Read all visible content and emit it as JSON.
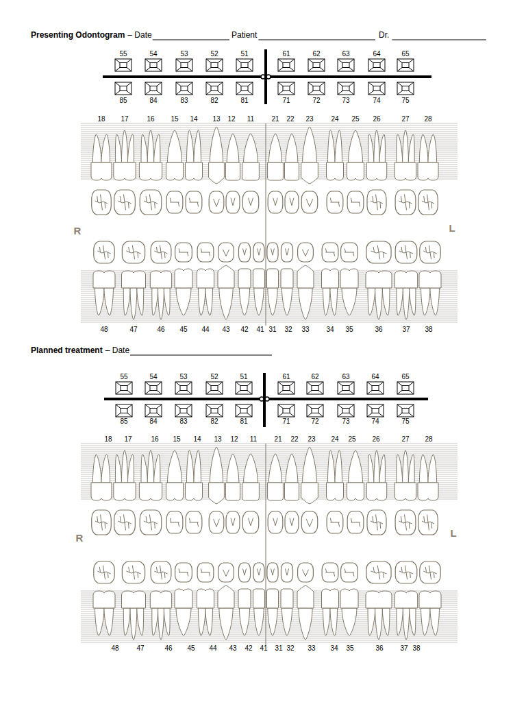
{
  "diagram": {
    "title": "Presenting Odontogram",
    "labels": [
      "– Date",
      "Patient",
      "Dr.",
      "55",
      "54",
      "53",
      "52",
      "51",
      "61",
      "62",
      "63",
      "64",
      "65",
      "85",
      "84",
      "83",
      "82",
      "81",
      "71",
      "72",
      "73",
      "74",
      "75",
      "18",
      "17",
      "16",
      "15",
      "14",
      "13",
      "12",
      "11",
      "21",
      "22",
      "23",
      "24",
      "25",
      "26",
      "27",
      "28",
      "R",
      "L",
      "48",
      "47",
      "46",
      "45",
      "44",
      "43",
      "42",
      "41",
      "31",
      "32",
      "33",
      "34",
      "35",
      "36",
      "37",
      "38",
      "Planned treatment",
      "– Date",
      "55",
      "54",
      "53",
      "52",
      "51",
      "61",
      "62",
      "63",
      "64",
      "65",
      "85",
      "84",
      "83",
      "82",
      "81",
      "71",
      "72",
      "73",
      "74",
      "75",
      "18",
      "17",
      "16",
      "15",
      "14",
      "13",
      "12",
      "11",
      "21",
      "22",
      "23",
      "24",
      "25",
      "26",
      "27",
      "28",
      "R",
      "L",
      "48",
      "47",
      "46",
      "45",
      "44",
      "43",
      "42",
      "41",
      "31",
      "32",
      "33",
      "34",
      "35",
      "36",
      "37",
      "38"
    ]
  }
}
